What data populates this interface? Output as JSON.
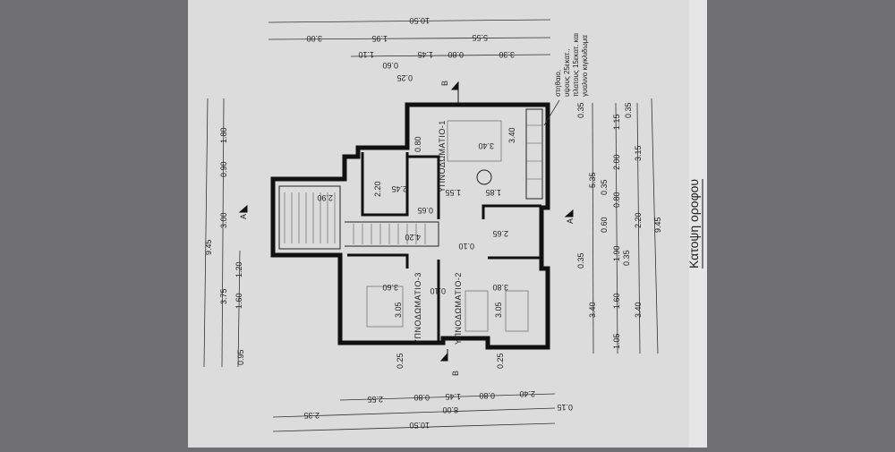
{
  "drawing": {
    "title": "Κατοψη οροφου",
    "note": [
      "στηθαιο,",
      "υψους 25εκατ.,",
      "πλατους 15εκατ. και",
      "γυαλινο κιγκλιδωμα"
    ],
    "section_markers": {
      "a": "A",
      "b": "B"
    },
    "rooms": [
      "ΥΠΝΟΔΩΜΑΤΙΟ-1",
      "ΥΠΝΟΔΩΜΑΤΙΟ-2",
      "ΥΠΝΟΔΩΜΑΤΙΟ-3"
    ]
  },
  "dimensions": {
    "top": {
      "total": "10.50",
      "row2": [
        "3.00",
        "1.95",
        "5.55"
      ],
      "row3": [
        "1.10",
        "0.60",
        "1.45",
        "0.80",
        "3.30"
      ],
      "extra": "0.25"
    },
    "bottom": {
      "row1": [
        "2.40",
        "0.80",
        "1.45",
        "0.80",
        "2.55"
      ],
      "row2": [
        "0.15",
        "8.00",
        "2.35"
      ],
      "total": "10.50"
    },
    "left": {
      "total": "9.45",
      "row2": [
        "1.80",
        "0.90",
        "3.00",
        "3.75"
      ],
      "row3": [
        "1.20",
        "1.60",
        "0.95"
      ]
    },
    "right": {
      "row1": [
        "0.35",
        "5.35",
        "0.35",
        "3.40"
      ],
      "row2": [
        "1.15",
        "2.00",
        "0.35",
        "0.80",
        "0.60",
        "1.90",
        "1.60",
        "1.05"
      ],
      "row3": [
        "0.35",
        "3.15",
        "2.20",
        "0.35",
        "3.40"
      ],
      "total": "9.45"
    },
    "interior": [
      "3.40",
      "3.40",
      "0.80",
      "2.20",
      "2.45",
      "1.55",
      "1.85",
      "0.65",
      "4.20",
      "2.65",
      "3.60",
      "3.80",
      "3.05",
      "3.05",
      "0.25",
      "0.25",
      "2.90",
      "0.10",
      "0.10"
    ]
  }
}
